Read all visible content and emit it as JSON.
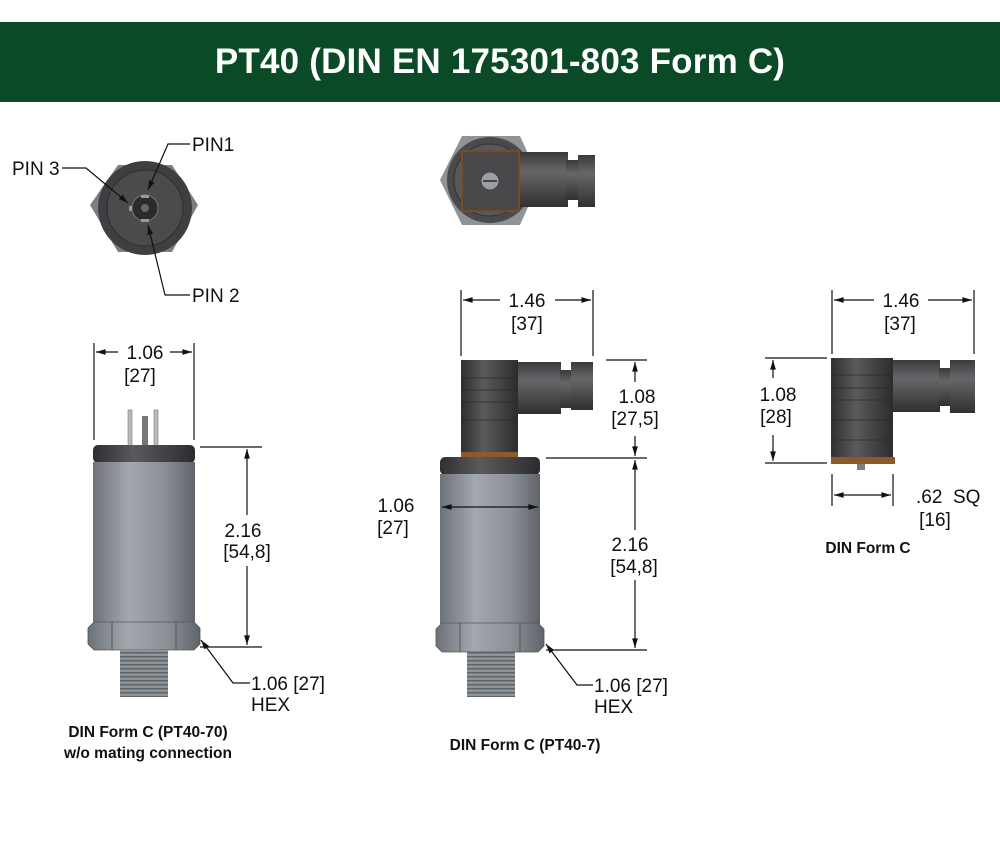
{
  "title": "PT40 (DIN EN 175301-803 Form C)",
  "colors": {
    "header_bg": "#0a4a26",
    "header_text": "#ffffff",
    "body_gray": "#8d9299",
    "dark_cap": "#3c3c3e",
    "gasket": "#8a5a2a"
  },
  "pin_view": {
    "pin1": "PIN1",
    "pin2": "PIN 2",
    "pin3": "PIN 3"
  },
  "left_sensor": {
    "width_in": "1.06",
    "width_mm": "[27]",
    "height_in": "2.16",
    "height_mm": "[54,8]",
    "hex_label": "1.06 [27]",
    "hex_suffix": "HEX",
    "caption_line1": "DIN Form C (PT40-70)",
    "caption_line2": "w/o mating connection"
  },
  "middle_sensor": {
    "conn_width_in": "1.46",
    "conn_width_mm": "[37]",
    "conn_height_in": "1.08",
    "conn_height_mm": "[27,5]",
    "body_width_in": "1.06",
    "body_width_mm": "[27]",
    "height_in": "2.16",
    "height_mm": "[54,8]",
    "hex_label": "1.06 [27]",
    "hex_suffix": "HEX",
    "caption": "DIN Form C (PT40-7)"
  },
  "right_connector": {
    "width_in": "1.46",
    "width_mm": "[37]",
    "height_in": "1.08",
    "height_mm": "[28]",
    "square_in": ".62  SQ",
    "square_mm": "[16]",
    "caption": "DIN Form C"
  }
}
